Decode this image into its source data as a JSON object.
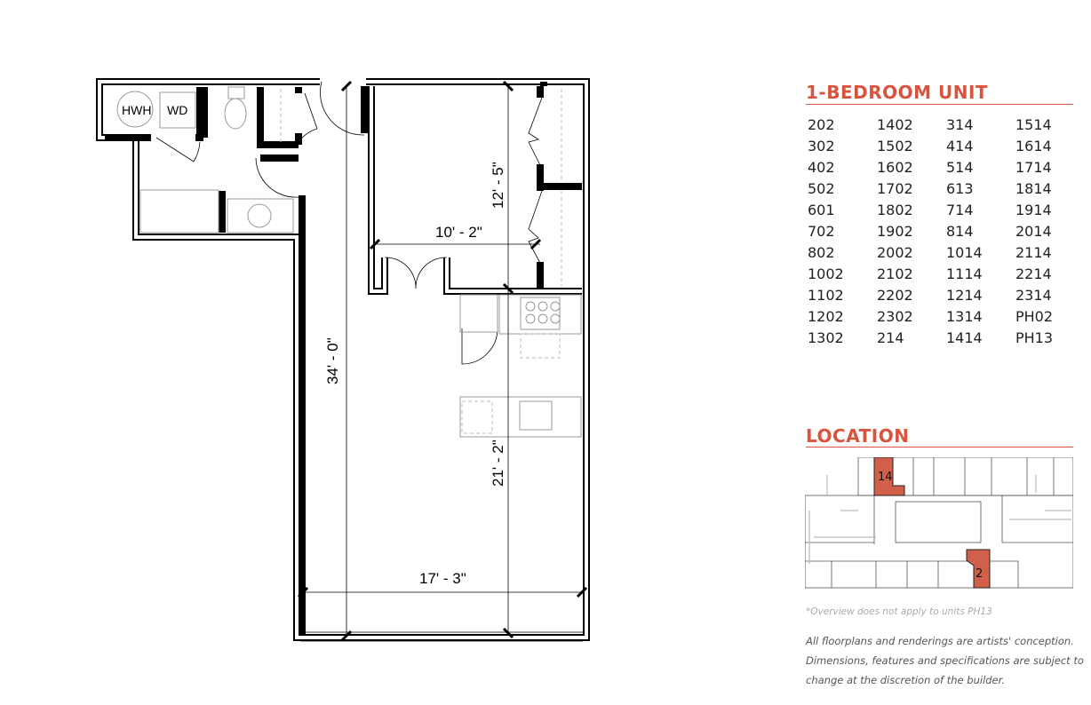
{
  "plan": {
    "labels": {
      "hwh": "HWH",
      "wd": "WD"
    },
    "dimensions": {
      "bedroom_width": "10' - 2\"",
      "bedroom_depth": "12' - 5\"",
      "unit_depth": "34' - 0\"",
      "living_depth": "21' - 2\"",
      "unit_width": "17' - 3\""
    }
  },
  "units_section": {
    "title": "1-BEDROOM UNIT",
    "units": [
      "202",
      "1402",
      "314",
      "1514",
      "302",
      "1502",
      "414",
      "1614",
      "402",
      "1602",
      "514",
      "1714",
      "502",
      "1702",
      "613",
      "1814",
      "601",
      "1802",
      "714",
      "1914",
      "702",
      "1902",
      "814",
      "2014",
      "802",
      "2002",
      "1014",
      "2114",
      "1002",
      "2102",
      "1114",
      "2214",
      "1102",
      "2202",
      "1214",
      "2314",
      "1202",
      "2302",
      "1314",
      "PH02",
      "1302",
      "214",
      "1414",
      "PH13"
    ]
  },
  "location_section": {
    "title": "LOCATION",
    "highlight_labels": [
      "14",
      "2"
    ],
    "highlight_color": "#d0604a",
    "note": "*Overview does not apply to units PH13"
  },
  "disclaimer": {
    "line1": "All floorplans and renderings are artists' conception.",
    "line2": "Dimensions, features and specifications are subject to",
    "line3": "change at the discretion of the builder."
  },
  "accent_color": "#d9533f"
}
